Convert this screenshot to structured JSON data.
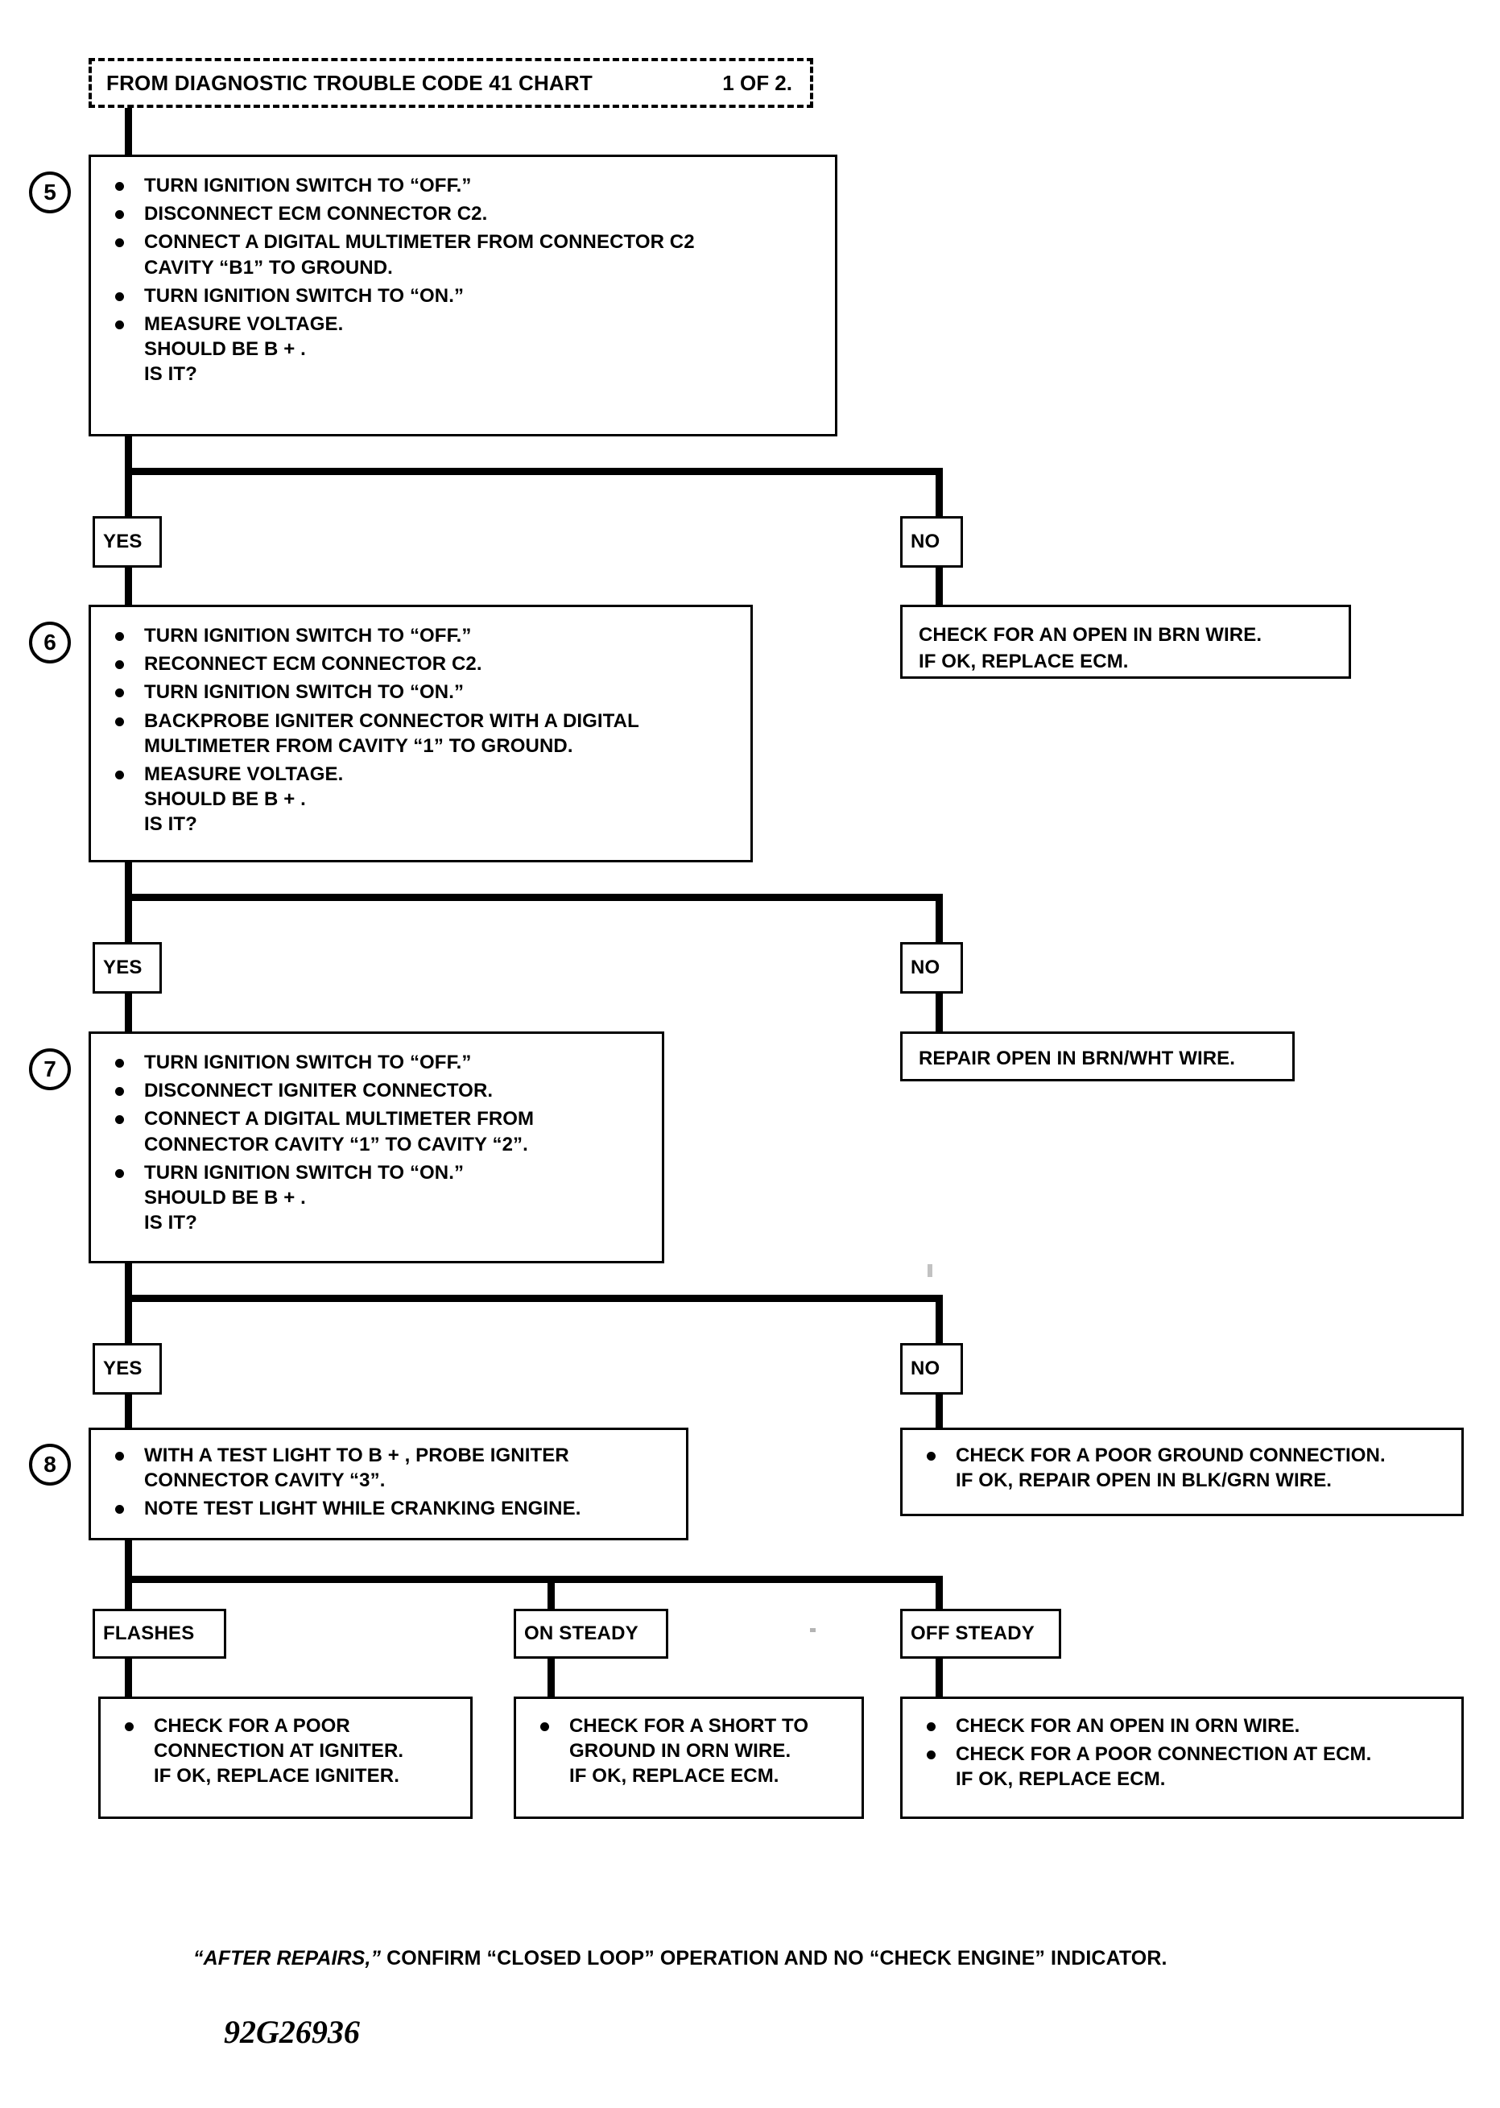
{
  "header": {
    "title": "FROM DIAGNOSTIC TROUBLE CODE 41 CHART",
    "page_of": "1 OF 2."
  },
  "steps": {
    "step5": {
      "number": "5",
      "items": [
        {
          "bullet": true,
          "text": "TURN IGNITION SWITCH TO “OFF.”"
        },
        {
          "bullet": true,
          "text": "DISCONNECT ECM CONNECTOR C2."
        },
        {
          "bullet": true,
          "text": "CONNECT A DIGITAL MULTIMETER FROM CONNECTOR C2\nCAVITY “B1” TO GROUND."
        },
        {
          "bullet": true,
          "text": "TURN IGNITION SWITCH TO “ON.”"
        },
        {
          "bullet": true,
          "text": "MEASURE VOLTAGE.\nSHOULD BE B + .\nIS IT?"
        }
      ]
    },
    "step6": {
      "number": "6",
      "items": [
        {
          "bullet": true,
          "text": "TURN IGNITION SWITCH TO “OFF.”"
        },
        {
          "bullet": true,
          "text": "RECONNECT ECM CONNECTOR C2."
        },
        {
          "bullet": true,
          "text": "TURN IGNITION SWITCH TO “ON.”"
        },
        {
          "bullet": true,
          "text": "BACKPROBE IGNITER CONNECTOR WITH A DIGITAL\nMULTIMETER FROM CAVITY “1” TO GROUND."
        },
        {
          "bullet": true,
          "text": "MEASURE VOLTAGE.\nSHOULD BE B + .\nIS IT?"
        }
      ]
    },
    "step7": {
      "number": "7",
      "items": [
        {
          "bullet": true,
          "text": "TURN IGNITION SWITCH TO “OFF.”"
        },
        {
          "bullet": true,
          "text": "DISCONNECT IGNITER CONNECTOR."
        },
        {
          "bullet": true,
          "text": "CONNECT A DIGITAL MULTIMETER FROM\nCONNECTOR CAVITY “1” TO CAVITY “2”."
        },
        {
          "bullet": true,
          "text": "TURN IGNITION SWITCH TO “ON.”\nSHOULD BE B + .\nIS IT?"
        }
      ]
    },
    "step8": {
      "number": "8",
      "items": [
        {
          "bullet": true,
          "text": "WITH A TEST LIGHT TO B + , PROBE IGNITER\nCONNECTOR CAVITY “3”."
        },
        {
          "bullet": true,
          "text": "NOTE TEST LIGHT WHILE CRANKING ENGINE."
        }
      ]
    }
  },
  "branch_labels": {
    "yes1": "YES",
    "no1": "NO",
    "yes2": "YES",
    "no2": "NO",
    "yes3": "YES",
    "no3": "NO",
    "flashes": "FLASHES",
    "on_steady": "ON STEADY",
    "off_steady": "OFF STEADY"
  },
  "results": {
    "no1_box": "CHECK FOR AN OPEN IN BRN WIRE.\nIF OK, REPLACE ECM.",
    "no2_box": "REPAIR OPEN IN BRN/WHT WIRE.",
    "no3_box": {
      "items": [
        {
          "bullet": true,
          "text": "CHECK FOR A POOR GROUND CONNECTION.\nIF OK, REPAIR OPEN IN BLK/GRN WIRE."
        }
      ]
    },
    "flashes_box": {
      "items": [
        {
          "bullet": true,
          "text": "CHECK FOR A POOR\nCONNECTION AT IGNITER.\nIF OK, REPLACE IGNITER."
        }
      ]
    },
    "on_steady_box": {
      "items": [
        {
          "bullet": true,
          "text": "CHECK FOR A SHORT TO\nGROUND IN ORN WIRE.\nIF OK, REPLACE ECM."
        }
      ]
    },
    "off_steady_box": {
      "items": [
        {
          "bullet": true,
          "text": "CHECK FOR AN OPEN IN ORN WIRE."
        },
        {
          "bullet": true,
          "text": "CHECK FOR A POOR CONNECTION AT ECM.\nIF OK, REPLACE ECM."
        }
      ]
    }
  },
  "footer": {
    "note_part1": "“AFTER REPAIRS,”",
    "note_part2": " CONFIRM “CLOSED LOOP” OPERATION AND NO “CHECK ENGINE” INDICATOR.",
    "part_number": "92G26936"
  }
}
